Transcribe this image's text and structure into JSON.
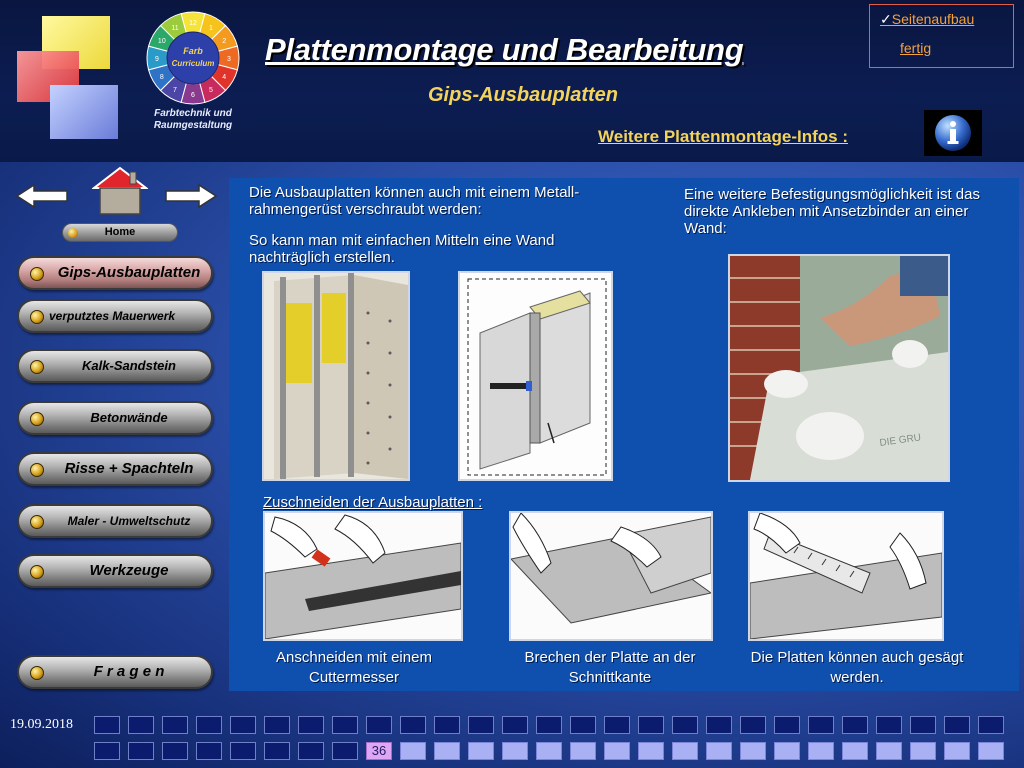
{
  "header": {
    "title": "Plattenmontage und Bearbeitung",
    "subtitle": "Gips-Ausbauplatten",
    "infos_link": "Weitere Plattenmontage-Infos :",
    "logo_text": "Farb Curriculum",
    "logo_subtitle": "Farbtechnik und Raumgestaltung",
    "logo_numbers": [
      "12",
      "1",
      "2",
      "3",
      "4",
      "5",
      "6",
      "7",
      "8",
      "9",
      "10",
      "11"
    ],
    "status": {
      "line1": "Seitenaufbau",
      "line2": "fertig"
    }
  },
  "nav": {
    "home_label": "Home",
    "items": [
      {
        "label": "Gips-Ausbauplatten",
        "active": true
      },
      {
        "label": "verputztes Mauerwerk"
      },
      {
        "label": "Kalk-Sandstein"
      },
      {
        "label": "Betonwände"
      },
      {
        "label": "Risse + Spachteln"
      },
      {
        "label": "Maler - Umweltschutz"
      },
      {
        "label": "Werkzeuge"
      },
      {
        "label": "F r a g e n"
      }
    ]
  },
  "content": {
    "text1": "Die Ausbauplatten können auch mit einem Metall-rahmengerüst verschraubt werden:",
    "text2": "So kann man mit einfachen Mitteln eine Wand nachträglich erstellen.",
    "text3": "Eine weitere Befestigungsmöglichkeit ist das direkte Ankleben mit Ansetzbinder an einer Wand:",
    "cut_heading": "Zuschneiden der Ausbauplatten :",
    "captions": [
      "Anschneiden mit einem Cuttermesser",
      "Brechen der Platte an der Schnittkante",
      "Die Platten können auch gesägt werden."
    ],
    "board_print": "DIE GRU"
  },
  "footer": {
    "date": "19.09.2018",
    "current_page": "36"
  },
  "colors": {
    "accent_yellow": "#f3d35a",
    "content_blue": "#0f4fae",
    "status_orange": "#f4a23c"
  }
}
